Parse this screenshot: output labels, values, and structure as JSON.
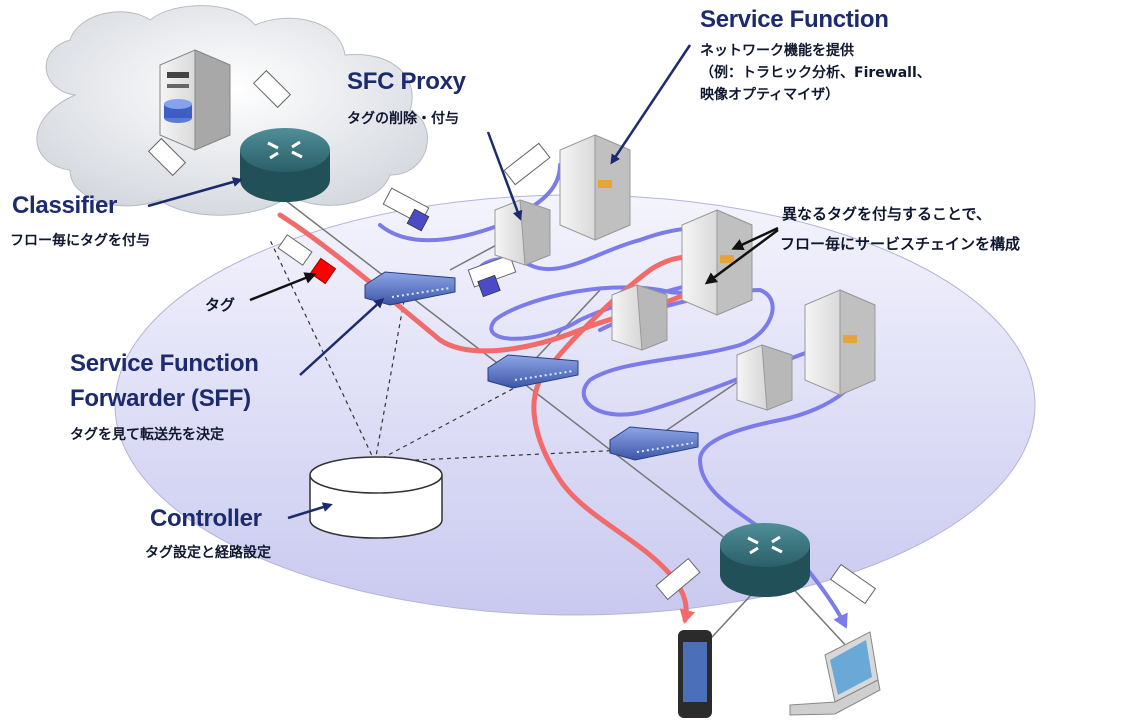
{
  "labels": {
    "service_function": {
      "title": "Service Function",
      "desc_1": "ネットワーク機能を提供",
      "desc_2": "（例：トラヒック分析、Firewall、",
      "desc_3": "映像オプティマイザ）"
    },
    "sfc_proxy": {
      "title": "SFC Proxy",
      "desc": "タグの削除・付与"
    },
    "classifier": {
      "title": "Classifier",
      "desc": "フロー毎にタグを付与"
    },
    "tag": "タグ",
    "sff": {
      "title_1": "Service Function",
      "title_2": "Forwarder (SFF)",
      "desc": "タグを見て転送先を決定"
    },
    "controller": {
      "title": "Controller",
      "desc": "タグ設定と経路設定"
    },
    "note": {
      "line_1": "異なるタグを付与することで、",
      "line_2": "フロー毎にサービスチェインを構成"
    }
  },
  "colors": {
    "domain_fill": "#d9d9f4",
    "red_flow": "#f26b6b",
    "blue_flow": "#7b7bea",
    "label_navy": "#1c2a6e",
    "router": "#2f6f78",
    "tag_red": "#ff0000"
  },
  "icons": [
    "cloud-icon",
    "server-icon",
    "router-icon",
    "switch-icon",
    "database-icon",
    "smartphone-icon",
    "laptop-icon",
    "packet-icon"
  ]
}
